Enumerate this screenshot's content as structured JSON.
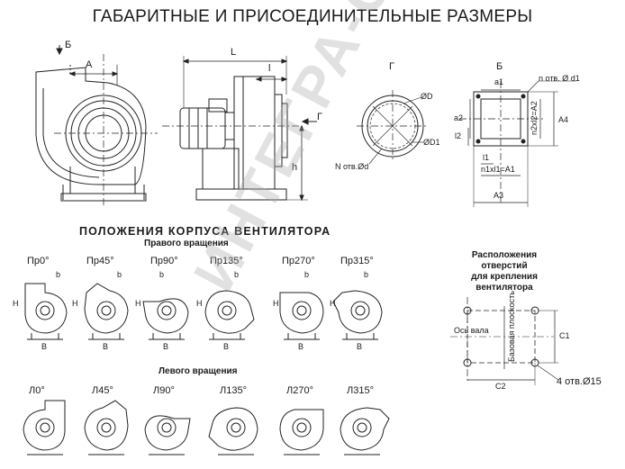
{
  "title": "ГАБАРИТНЫЕ И ПРИСОЕДИНИТЕЛЬНЫЕ РАЗМЕРЫ",
  "top_views": {
    "front": {
      "arrow_label": "Б",
      "dim": "A"
    },
    "side": {
      "dim_L": "L",
      "dim_l": "l",
      "dim_h": "h",
      "arrow_label": "Г"
    },
    "flange_round": {
      "title": "Г",
      "dia_D": "ØD",
      "dia_D1": "ØD1",
      "holes": "N отв.Ød"
    },
    "flange_square": {
      "title": "Б",
      "holes": "n отв. Ø d1",
      "a1": "a1",
      "a2": "a2",
      "A2": "n2xl2=A2",
      "A4": "A4",
      "l2": "l2",
      "l1": "l1",
      "A1": "n1xl1=A1",
      "A3": "A3"
    }
  },
  "positions": {
    "heading": "ПОЛОЖЕНИЯ КОРПУСА ВЕНТИЛЯТОРА",
    "right_heading": "Правого вращения",
    "left_heading": "Левого вращения",
    "dim_b": "b",
    "dim_H": "H",
    "dim_B": "B",
    "right": [
      "Пр0°",
      "Пр45°",
      "Пр90°",
      "Пр135°",
      "Пр270°",
      "Пр315°"
    ],
    "left": [
      "Л0°",
      "Л45°",
      "Л90°",
      "Л135°",
      "Л270°",
      "Л315°"
    ]
  },
  "mounting": {
    "title_lines": [
      "Расположения",
      "отверстий",
      "для крепления",
      "вентилятора"
    ],
    "shaft_axis": "Ось вала",
    "base_plane": "Базовая плоскость",
    "c1": "C1",
    "c2": "C2",
    "holes": "4 отв.Ø15"
  },
  "watermark": "ИНТЕГРА-С"
}
